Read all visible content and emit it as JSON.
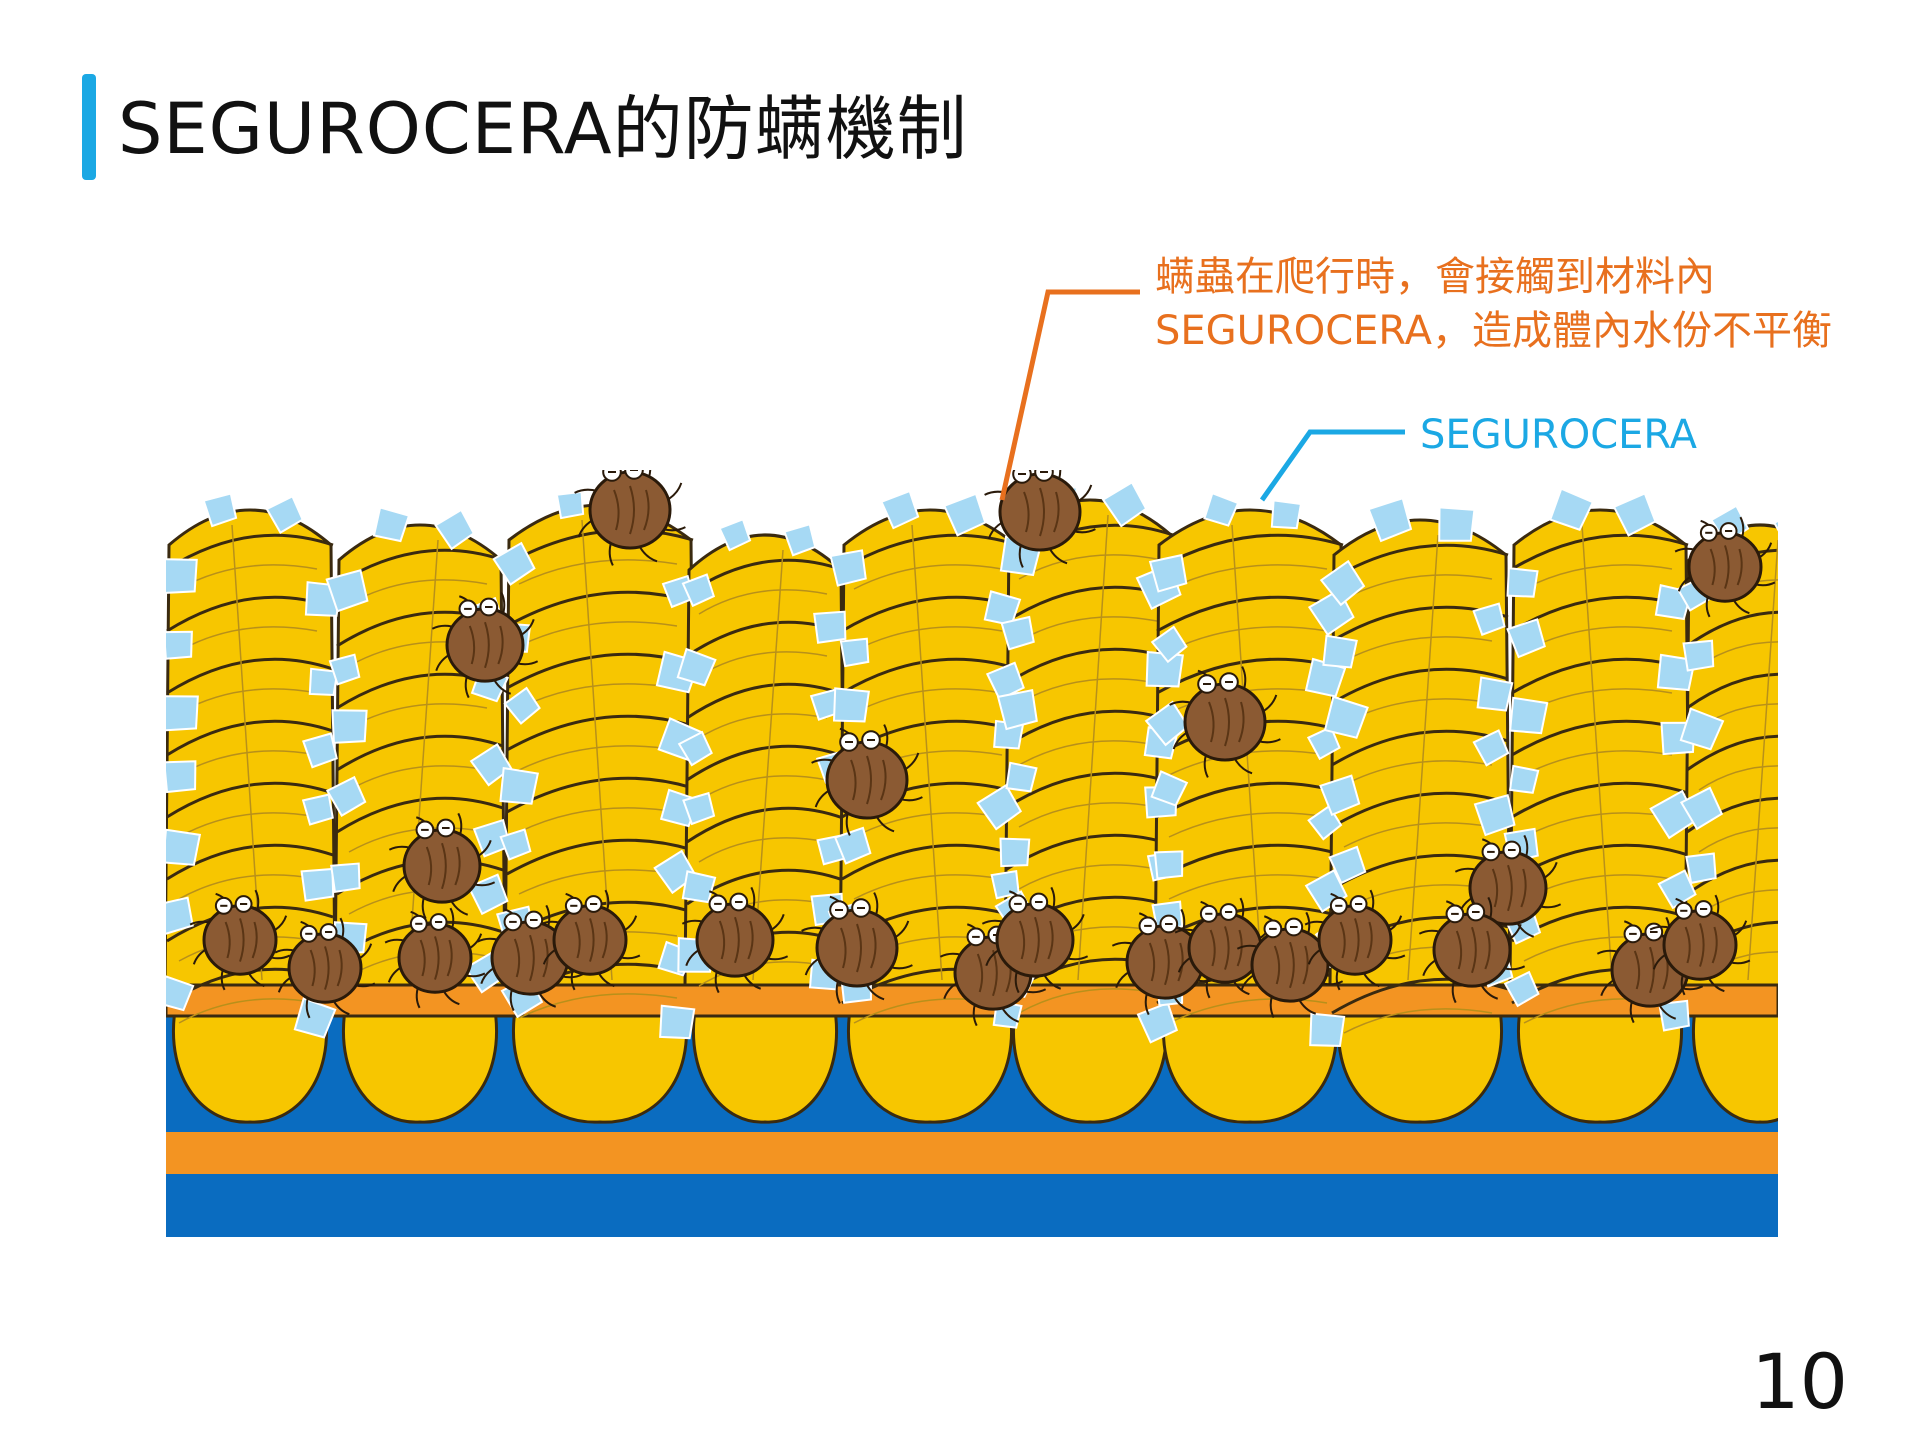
{
  "page": {
    "title": "SEGUROCERA的防螨機制",
    "page_number": "10"
  },
  "callouts": {
    "mechanism_line1": "螨蟲在爬行時，會接觸到材料內",
    "mechanism_line2": "SEGUROCERA，造成體內水份不平衡",
    "particle_label": "SEGUROCERA"
  },
  "colors": {
    "title_accent": "#1ba8e4",
    "callout_orange": "#e8701e",
    "callout_blue": "#1ba8e4",
    "fiber_yellow": "#f7c600",
    "fiber_outline": "#3a2a10",
    "layer_orange": "#f39422",
    "layer_blue": "#0a6cc0",
    "mite_brown": "#8b5a33",
    "particle_blue": "#a6d9f4"
  },
  "icons": {
    "mite": "dust-mite-icon",
    "particle": "segurocera-particle-icon"
  }
}
